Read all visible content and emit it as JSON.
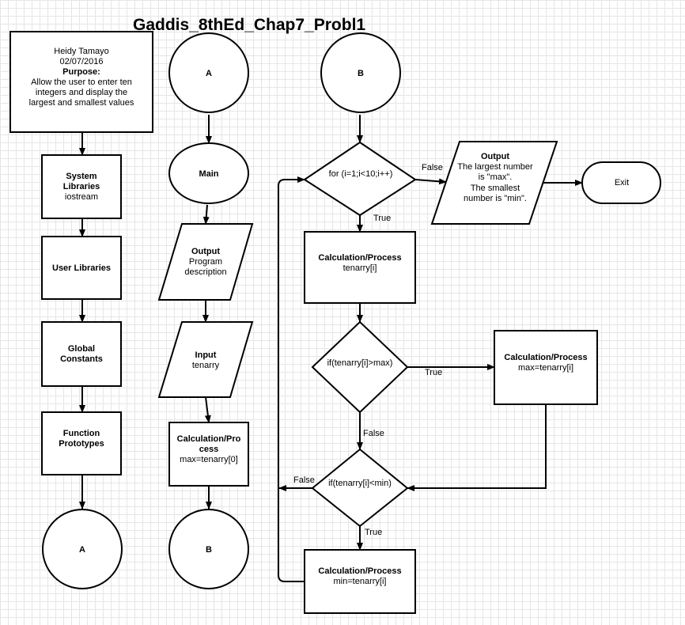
{
  "title": "Gaddis_8thEd_Chap7_Probl1",
  "header_box": {
    "author": "Heidy Tamayo",
    "date": "02/07/2016",
    "purpose_heading": "Purpose:",
    "purpose_lines": [
      "Allow the user to enter ten",
      "integers and display the",
      "largest and smallest values"
    ]
  },
  "column1": {
    "system_libraries": [
      "System",
      "Libraries"
    ],
    "iostream": "iostream",
    "user_libraries": "User Libraries",
    "global_constants": [
      "Global",
      "Constants"
    ],
    "function_prototypes": [
      "Function",
      "Prototypes"
    ],
    "connector_a": "A"
  },
  "column2": {
    "connector_a": "A",
    "main": "Main",
    "output_heading": "Output",
    "output_lines": [
      "Program",
      "description"
    ],
    "input_heading": "Input",
    "input_text": "tenarry",
    "calc_heading": [
      "Calculation/Pro",
      "cess"
    ],
    "calc_text": "max=tenarry[0]",
    "connector_b": "B"
  },
  "column3": {
    "connector_b": "B",
    "for_loop": "for (i=1;i<10;i++)",
    "calc1_heading": "Calculation/Process",
    "calc1_text": "tenarry[i]",
    "if_max": "if(tenarry[i]>max)",
    "if_min": "if(tenarry[i]<min)",
    "calc_min_heading": "Calculation/Process",
    "calc_min_text": "min=tenarry[i]"
  },
  "column4": {
    "output_heading": "Output",
    "output_lines": [
      "The largest number",
      "is \"max\".",
      "The smallest",
      "number is \"min\"."
    ],
    "exit": "Exit",
    "calc_max_heading": "Calculation/Process",
    "calc_max_text": "max=tenarry[i]"
  },
  "edge_labels": {
    "for_false": "False",
    "for_true": "True",
    "ifmax_true": "True",
    "ifmax_false": "False",
    "ifmin_false": "False",
    "ifmin_true": "True"
  }
}
